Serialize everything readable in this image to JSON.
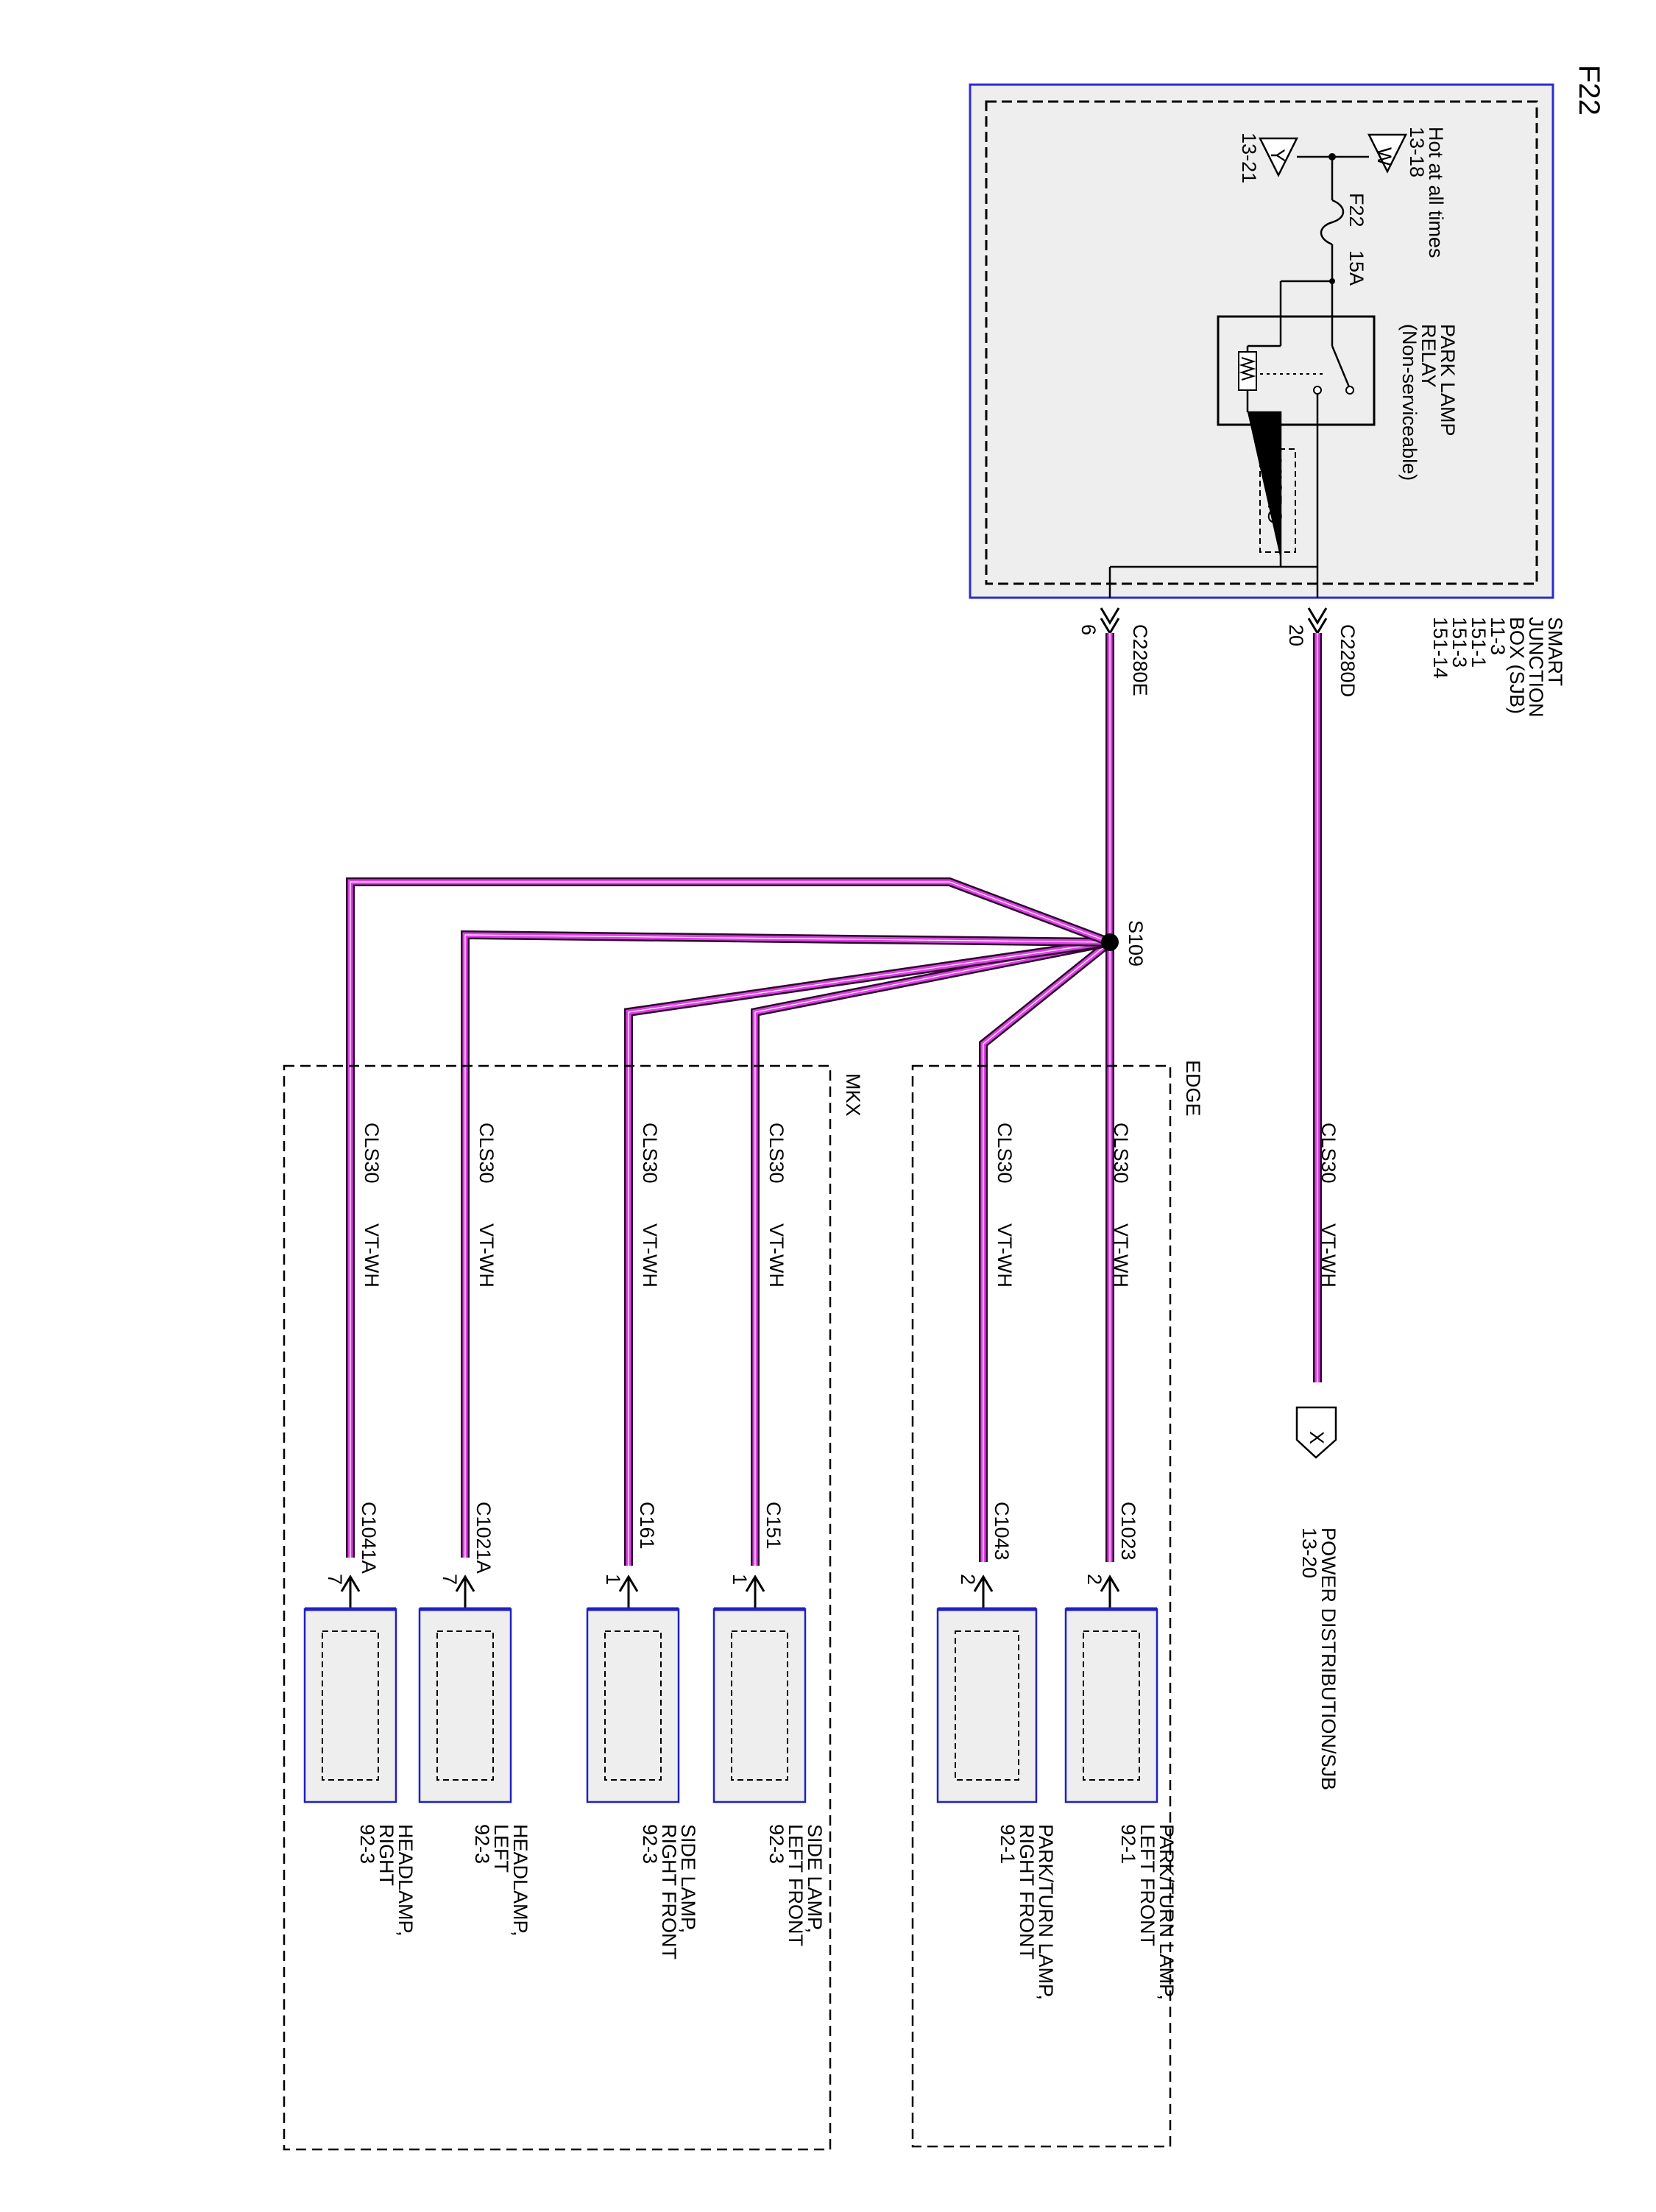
{
  "page": {
    "title": "F22"
  },
  "sjb": {
    "name_lines": [
      "SMART",
      "JUNCTION",
      "BOX (SJB)",
      "11-3",
      "151-1",
      "151-3",
      "151-14"
    ],
    "hot_text": "Hot at all times",
    "ref_w": "13-18",
    "ref_w_letter": "W",
    "ref_y": "13-21",
    "ref_y_letter": "Y",
    "fuse_id": "F22",
    "fuse_rating": "15A",
    "relay_lines": [
      "PARK LAMP",
      "RELAY",
      "(Non-serviceable)"
    ],
    "micro_label": "MICRO"
  },
  "connectors": {
    "c2280d": {
      "name": "C2280D",
      "pin": "20"
    },
    "c2280e": {
      "name": "C2280E",
      "pin": "6"
    }
  },
  "splice": {
    "name": "S109"
  },
  "wires": [
    {
      "circuit": "CLS30",
      "color": "VT-WH"
    },
    {
      "circuit": "CLS30",
      "color": "VT-WH"
    },
    {
      "circuit": "CLS30",
      "color": "VT-WH"
    },
    {
      "circuit": "CLS30",
      "color": "VT-WH"
    },
    {
      "circuit": "CLS30",
      "color": "VT-WH"
    },
    {
      "circuit": "CLS30",
      "color": "VT-WH"
    },
    {
      "circuit": "CLS30",
      "color": "VT-WH"
    }
  ],
  "offpage": {
    "letter": "X",
    "lines": [
      "POWER DISTRIBUTION/SJB",
      "13-20"
    ]
  },
  "groups": {
    "edge": "EDGE",
    "mkx": "MKX"
  },
  "components": [
    {
      "connector": "C1023",
      "pin": "2",
      "lines": [
        "PARK/TURN LAMP,",
        "LEFT FRONT",
        "92-1"
      ]
    },
    {
      "connector": "C1043",
      "pin": "2",
      "lines": [
        "PARK/TURN LAMP,",
        "RIGHT FRONT",
        "92-1"
      ]
    },
    {
      "connector": "C151",
      "pin": "1",
      "lines": [
        "SIDE LAMP,",
        "LEFT FRONT",
        "92-3"
      ]
    },
    {
      "connector": "C161",
      "pin": "1",
      "lines": [
        "SIDE LAMP,",
        "RIGHT FRONT",
        "92-3"
      ]
    },
    {
      "connector": "C1021A",
      "pin": "7",
      "lines": [
        "HEADLAMP,",
        "LEFT",
        "92-3"
      ]
    },
    {
      "connector": "C1041A",
      "pin": "7",
      "lines": [
        "HEADLAMP,",
        "RIGHT",
        "92-3"
      ]
    }
  ],
  "colors": {
    "wire_fill": "#e040e8",
    "wire_outline": "#2a0a2a",
    "sjb_border": "#2c2ccc",
    "box_fill": "#eeeeee",
    "component_border": "#2020c0"
  }
}
